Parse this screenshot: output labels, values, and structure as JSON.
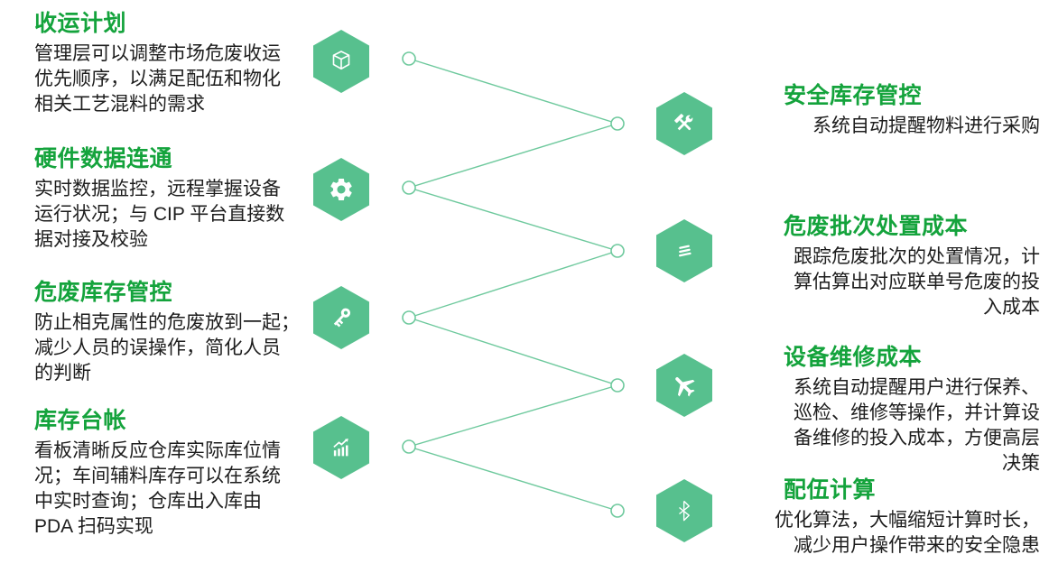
{
  "left_features": [
    {
      "title": "收运计划",
      "body": [
        "管理层可以调整市场危废收运",
        "优先顺序，以满足配伍和物化",
        "相关工艺混料的需求"
      ],
      "icon": "cube-icon"
    },
    {
      "title": "硬件数据连通",
      "body": [
        "实时数据监控，远程掌握设备",
        "运行状况；与 CIP 平台直接数",
        "据对接及校验"
      ],
      "icon": "gear-icon"
    },
    {
      "title": "危废库存管控",
      "body": [
        "防止相克属性的危废放到一起；",
        "减少人员的误操作，简化人员",
        "的判断"
      ],
      "icon": "key-icon"
    },
    {
      "title": "库存台帐",
      "body": [
        "看板清晰反应仓库实际库位情",
        "况；车间辅料库存可以在系统",
        "中实时查询；仓库出入库由",
        "PDA 扫码实现"
      ],
      "icon": "bar-chart-icon"
    }
  ],
  "right_features": [
    {
      "title": "安全库存管控",
      "body": [
        "系统自动提醒物料进行采购"
      ],
      "icon": "tools-icon"
    },
    {
      "title": "危废批次处置成本",
      "body": [
        "跟踪危废批次的处置情况，计",
        "算估算出对应联单号危废的投",
        "入成本"
      ],
      "icon": "layers-icon"
    },
    {
      "title": "设备维修成本",
      "body": [
        "系统自动提醒用户进行保养、",
        "巡检、维修等操作，并计算设",
        "备维修的投入成本，方便高层",
        "决策"
      ],
      "icon": "plane-icon"
    },
    {
      "title": "配伍计算",
      "body": [
        "优化算法，大幅缩短计算时长，",
        "减少用户操作带来的安全隐患"
      ],
      "icon": "bluetooth-icon"
    }
  ],
  "colors": {
    "title_green": "#14a33c",
    "hex_green": "#57c08e",
    "line_green": "#6ec99d",
    "body_text": "#1d1d1d"
  }
}
